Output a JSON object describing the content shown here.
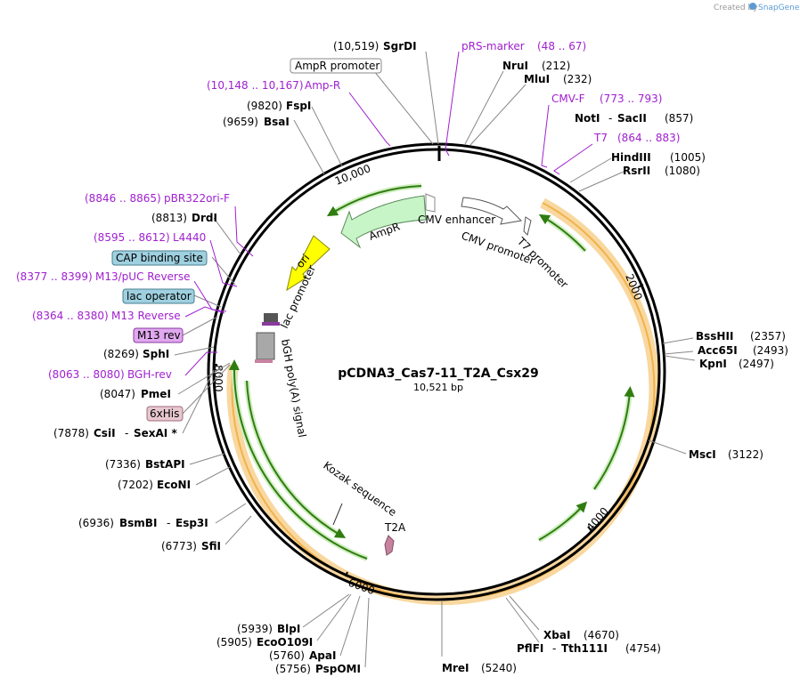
{
  "watermark": {
    "prefix": "Created by",
    "brand": "SnapGene"
  },
  "plasmid": {
    "name": "pCDNA3_Cas7-11_T2A_Csx29",
    "length": "10,521 bp"
  },
  "sites": [
    {
      "id": "sgrdi",
      "pos": "(10,519)",
      "name": "SgrDI"
    },
    {
      "id": "nrui",
      "name": "NruI",
      "pos": "(212)"
    },
    {
      "id": "mlui",
      "name": "MluI",
      "pos": "(232)"
    },
    {
      "id": "noti",
      "name": "NotI",
      "sep": "-",
      "name2": "SacII",
      "pos": "(857)"
    },
    {
      "id": "hindiii",
      "name": "HindIII",
      "pos": "(1005)"
    },
    {
      "id": "rsrii",
      "name": "RsrII",
      "pos": "(1080)"
    },
    {
      "id": "fspi",
      "pos": "(9820)",
      "name": "FspI"
    },
    {
      "id": "bsai",
      "pos": "(9659)",
      "name": "BsaI"
    },
    {
      "id": "drdi",
      "pos": "(8813)",
      "name": "DrdI"
    },
    {
      "id": "sphi",
      "pos": "(8269)",
      "name": "SphI"
    },
    {
      "id": "pmei",
      "pos": "(8047)",
      "name": "PmeI"
    },
    {
      "id": "csii",
      "pos": "(7878)",
      "name": "CsiI",
      "sep": "-",
      "name2": "SexAI *"
    },
    {
      "id": "bstapi",
      "pos": "(7336)",
      "name": "BstAPI"
    },
    {
      "id": "econi",
      "pos": "(7202)",
      "name": "EcoNI"
    },
    {
      "id": "bsmbi",
      "pos": "(6936)",
      "name": "BsmBI",
      "sep": "-",
      "name2": "Esp3I"
    },
    {
      "id": "sfii",
      "pos": "(6773)",
      "name": "SfiI"
    },
    {
      "id": "bssHii",
      "name": "BssHII",
      "pos": "(2357)"
    },
    {
      "id": "acc65i",
      "name": "Acc65I",
      "pos": "(2493)"
    },
    {
      "id": "kpni",
      "name": "KpnI",
      "pos": "(2497)"
    },
    {
      "id": "msci",
      "name": "MscI",
      "pos": "(3122)"
    },
    {
      "id": "xbai",
      "name": "XbaI",
      "pos": "(4670)"
    },
    {
      "id": "pflfi",
      "name": "PflFI",
      "sep": "-",
      "name2": "Tth111I",
      "pos": "(4754)"
    },
    {
      "id": "mrei",
      "name": "MreI",
      "pos": "(5240)"
    },
    {
      "id": "blpi",
      "pos": "(5939)",
      "name": "BlpI"
    },
    {
      "id": "ecoo109i",
      "pos": "(5905)",
      "name": "EcoO109I"
    },
    {
      "id": "apai",
      "pos": "(5760)",
      "name": "ApaI"
    },
    {
      "id": "pspomi",
      "pos": "(5756)",
      "name": "PspOMI"
    }
  ],
  "primers": [
    {
      "id": "prs-marker",
      "name": "pRS-marker",
      "range": "(48 .. 67)"
    },
    {
      "id": "amp-r",
      "range": "(10,148 .. 10,167)",
      "name": "Amp-R"
    },
    {
      "id": "cmv-f",
      "name": "CMV-F",
      "range": "(773 .. 793)"
    },
    {
      "id": "t7",
      "name": "T7",
      "range": "(864 .. 883)"
    },
    {
      "id": "pbr322ori-f",
      "range": "(8846 .. 8865)",
      "name": "pBR322ori-F"
    },
    {
      "id": "l4440",
      "range": "(8595 .. 8612)",
      "name": "L4440"
    },
    {
      "id": "m13-puc-rev",
      "range": "(8377 .. 8399)",
      "name": "M13/pUC Reverse"
    },
    {
      "id": "m13-reverse",
      "range": "(8364 .. 8380)",
      "name": "M13 Reverse"
    },
    {
      "id": "bgh-rev",
      "range": "(8063 .. 8080)",
      "name": "BGH-rev"
    }
  ],
  "boxed_labels": [
    {
      "id": "ampr-promoter",
      "text": "AmpR promoter",
      "fill": "#ffffff",
      "stroke": "#888888"
    },
    {
      "id": "cap-binding",
      "text": "CAP binding site",
      "fill": "#9fd0e0",
      "stroke": "#4a7f8f"
    },
    {
      "id": "lac-operator",
      "text": "lac operator",
      "fill": "#9fd0e0",
      "stroke": "#4a7f8f"
    },
    {
      "id": "m13-rev-box",
      "text": "M13 rev",
      "fill": "#e0a8ee",
      "stroke": "#8a3aa0"
    },
    {
      "id": "6xhis",
      "text": "6xHis",
      "fill": "#e8c8d0",
      "stroke": "#a06a7a"
    }
  ],
  "inner_labels": {
    "ampr": "AmpR",
    "ori": "ori",
    "cmv_enhancer": "CMV enhancer",
    "cmv_promoter": "CMV promoter",
    "t7_promoter": "T7 promoter",
    "lac_promoter": "lac promoter",
    "bgh": "bGH poly(A) signal",
    "kozak": "Kozak sequence",
    "t2a": "T2A"
  },
  "ticks": {
    "t10000": "10,000",
    "t2000": "2000",
    "t4000": "4000",
    "t6000": "6000",
    "t8000": "8000"
  },
  "colors": {
    "backbone": "#000000",
    "cds": "#f2b24a",
    "cds_arrow": "#2f7d10",
    "ampr": "#c8f5c8",
    "ori": "#ffff00",
    "primer": "#a020d0",
    "bgh": "#a8a8a8",
    "t2a": "#c882a0"
  }
}
